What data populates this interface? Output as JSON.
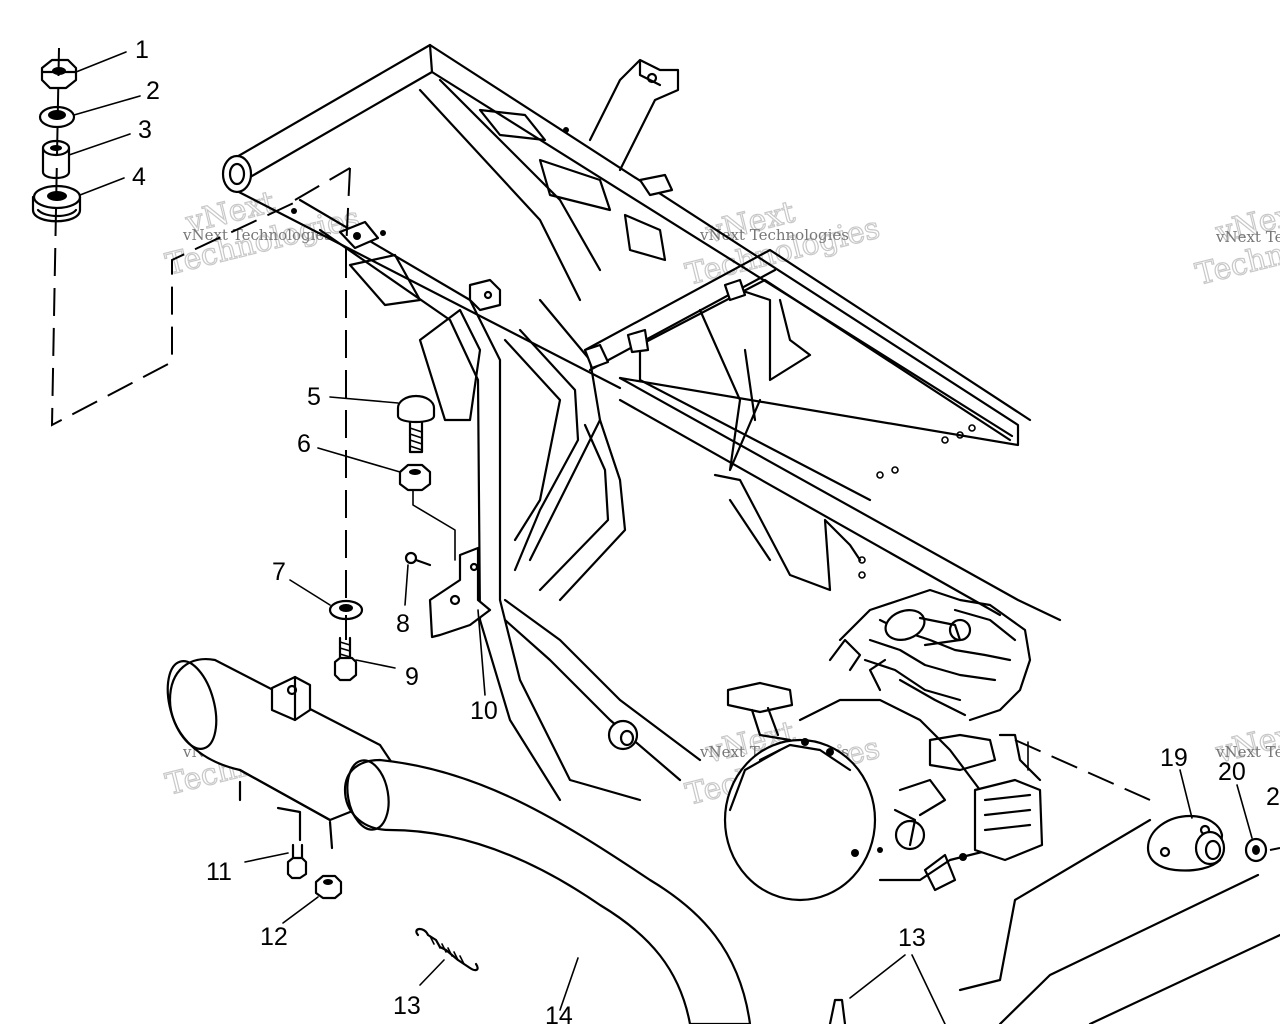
{
  "watermark": {
    "small": "vNext Technologies",
    "large_top": "vNext",
    "large_bottom": "Technologies"
  },
  "callouts": [
    {
      "id": "1",
      "text": "1"
    },
    {
      "id": "2",
      "text": "2"
    },
    {
      "id": "3",
      "text": "3"
    },
    {
      "id": "4",
      "text": "4"
    },
    {
      "id": "5",
      "text": "5"
    },
    {
      "id": "6",
      "text": "6"
    },
    {
      "id": "7",
      "text": "7"
    },
    {
      "id": "8",
      "text": "8"
    },
    {
      "id": "9",
      "text": "9"
    },
    {
      "id": "10",
      "text": "10"
    },
    {
      "id": "11",
      "text": "11"
    },
    {
      "id": "12",
      "text": "12"
    },
    {
      "id": "13a",
      "text": "13"
    },
    {
      "id": "13b",
      "text": "13"
    },
    {
      "id": "14",
      "text": "14"
    },
    {
      "id": "19",
      "text": "19"
    },
    {
      "id": "20",
      "text": "20"
    },
    {
      "id": "21",
      "text": "2"
    }
  ]
}
